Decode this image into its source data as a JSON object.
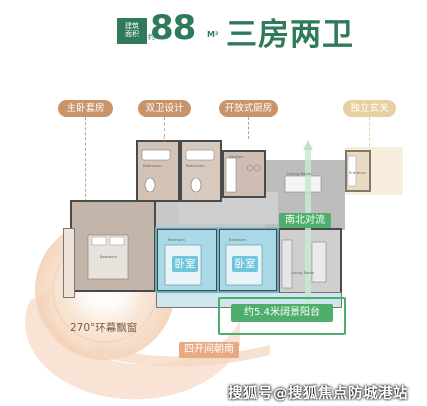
{
  "header": {
    "badge_line1": "建筑",
    "badge_line2": "面积",
    "badge_suffix": "约",
    "area_value": "88",
    "area_unit": "M²",
    "layout_type": "三房两卫"
  },
  "callouts": [
    {
      "label": "主卧套房",
      "color": "#c9946a"
    },
    {
      "label": "双卫设计",
      "color": "#c9946a"
    },
    {
      "label": "开放式厨房",
      "color": "#c9946a"
    },
    {
      "label": "独立玄关",
      "color": "#e7cfa0"
    }
  ],
  "plan_labels": {
    "north_south": "南北对流",
    "bedroom_a": "卧室",
    "bedroom_b": "卧室",
    "balcony": "约5.4米阔景阳台",
    "bay_window": "270°环幕飘窗",
    "four_open": "四开间朝南"
  },
  "watermark": "搜狐号@搜狐焦点防城港站",
  "colors": {
    "brand_green": "#2f7a5a",
    "callout_brown": "#c9946a",
    "callout_tan": "#e7cfa0",
    "bedroom_blue": "#6fc6dc",
    "balcony_green": "#4fae6b",
    "bay_glow": "#f3d6bf"
  }
}
